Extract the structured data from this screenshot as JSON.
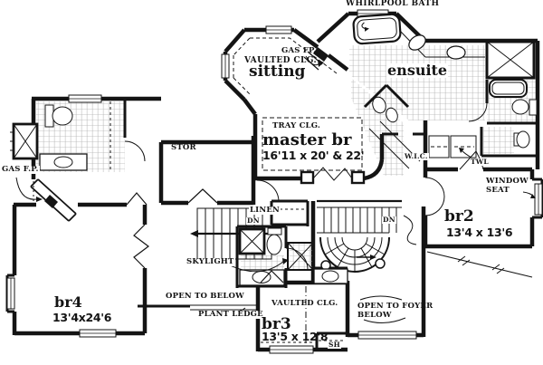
{
  "plan": {
    "rooms": {
      "sitting": {
        "name": "sitting",
        "ceiling": "VAULTED CLG.",
        "fireplace": "GAS FP."
      },
      "master": {
        "name": "master br",
        "dims": "16'11 x 20' & 22'",
        "ceiling": "TRAY CLG."
      },
      "ensuite": {
        "name": "ensuite",
        "bath": "WHIRLPOOL BATH"
      },
      "wic": {
        "name": "W.I.C."
      },
      "br2": {
        "name": "br2",
        "dims": "13'4 x 13'6"
      },
      "br3": {
        "name": "br3",
        "dims": "13'5 x 12'8",
        "ceiling": "VAULTED CLG."
      },
      "br4": {
        "name": "br4",
        "dims": "13'4x24'6",
        "fireplace": "GAS F.P."
      },
      "stor": {
        "name": "STOR"
      },
      "linen": {
        "name": "LINEN"
      }
    },
    "annotations": {
      "dn_main": "DN",
      "dn_curved": "DN",
      "skylight": "SKYLIGHT",
      "open_to_below": "OPEN TO BELOW",
      "plant_ledge": "PLANT LEDGE",
      "open_to_foyer": [
        "OPEN TO FOYER",
        "BELOW"
      ],
      "window_seat": [
        "WINDOW",
        "SEAT"
      ],
      "twl": "TWL",
      "sh": "SH"
    },
    "colors": {
      "ink": "#141414",
      "paper": "#ffffff"
    }
  }
}
